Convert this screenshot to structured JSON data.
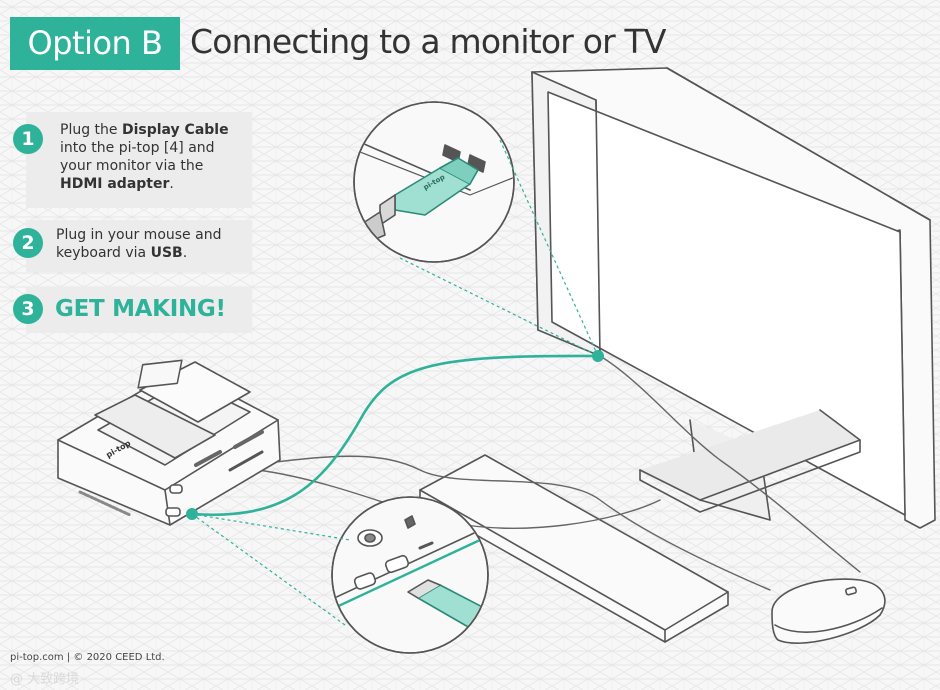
{
  "header": {
    "badge": "Option B",
    "title": "Connecting to a monitor or TV"
  },
  "steps": [
    {
      "number": "1",
      "parts": [
        "Plug the ",
        "Display Cable",
        " into the pi-top [4] and your monitor via the ",
        "HDMI adapter",
        "."
      ]
    },
    {
      "number": "2",
      "parts": [
        "Plug in your mouse and keyboard via ",
        "USB",
        "."
      ]
    },
    {
      "number": "3",
      "label": "GET MAKING!"
    }
  ],
  "device": {
    "logo": "pi-top"
  },
  "adapter": {
    "logo": "pi-top"
  },
  "footer": {
    "text": "pi-top.com  |  © 2020 CEED Ltd."
  },
  "watermark": {
    "text": "@ 大致跨境"
  },
  "colors": {
    "accent": "#2fb29a",
    "adapter_fill": "#9fe0d2",
    "line": "#555555",
    "step_bg": "#ececec"
  },
  "icons": [
    "monitor-illustration",
    "keyboard-illustration",
    "mouse-illustration",
    "pi-top-device-illustration",
    "hdmi-adapter-zoom",
    "usb-ports-zoom"
  ]
}
